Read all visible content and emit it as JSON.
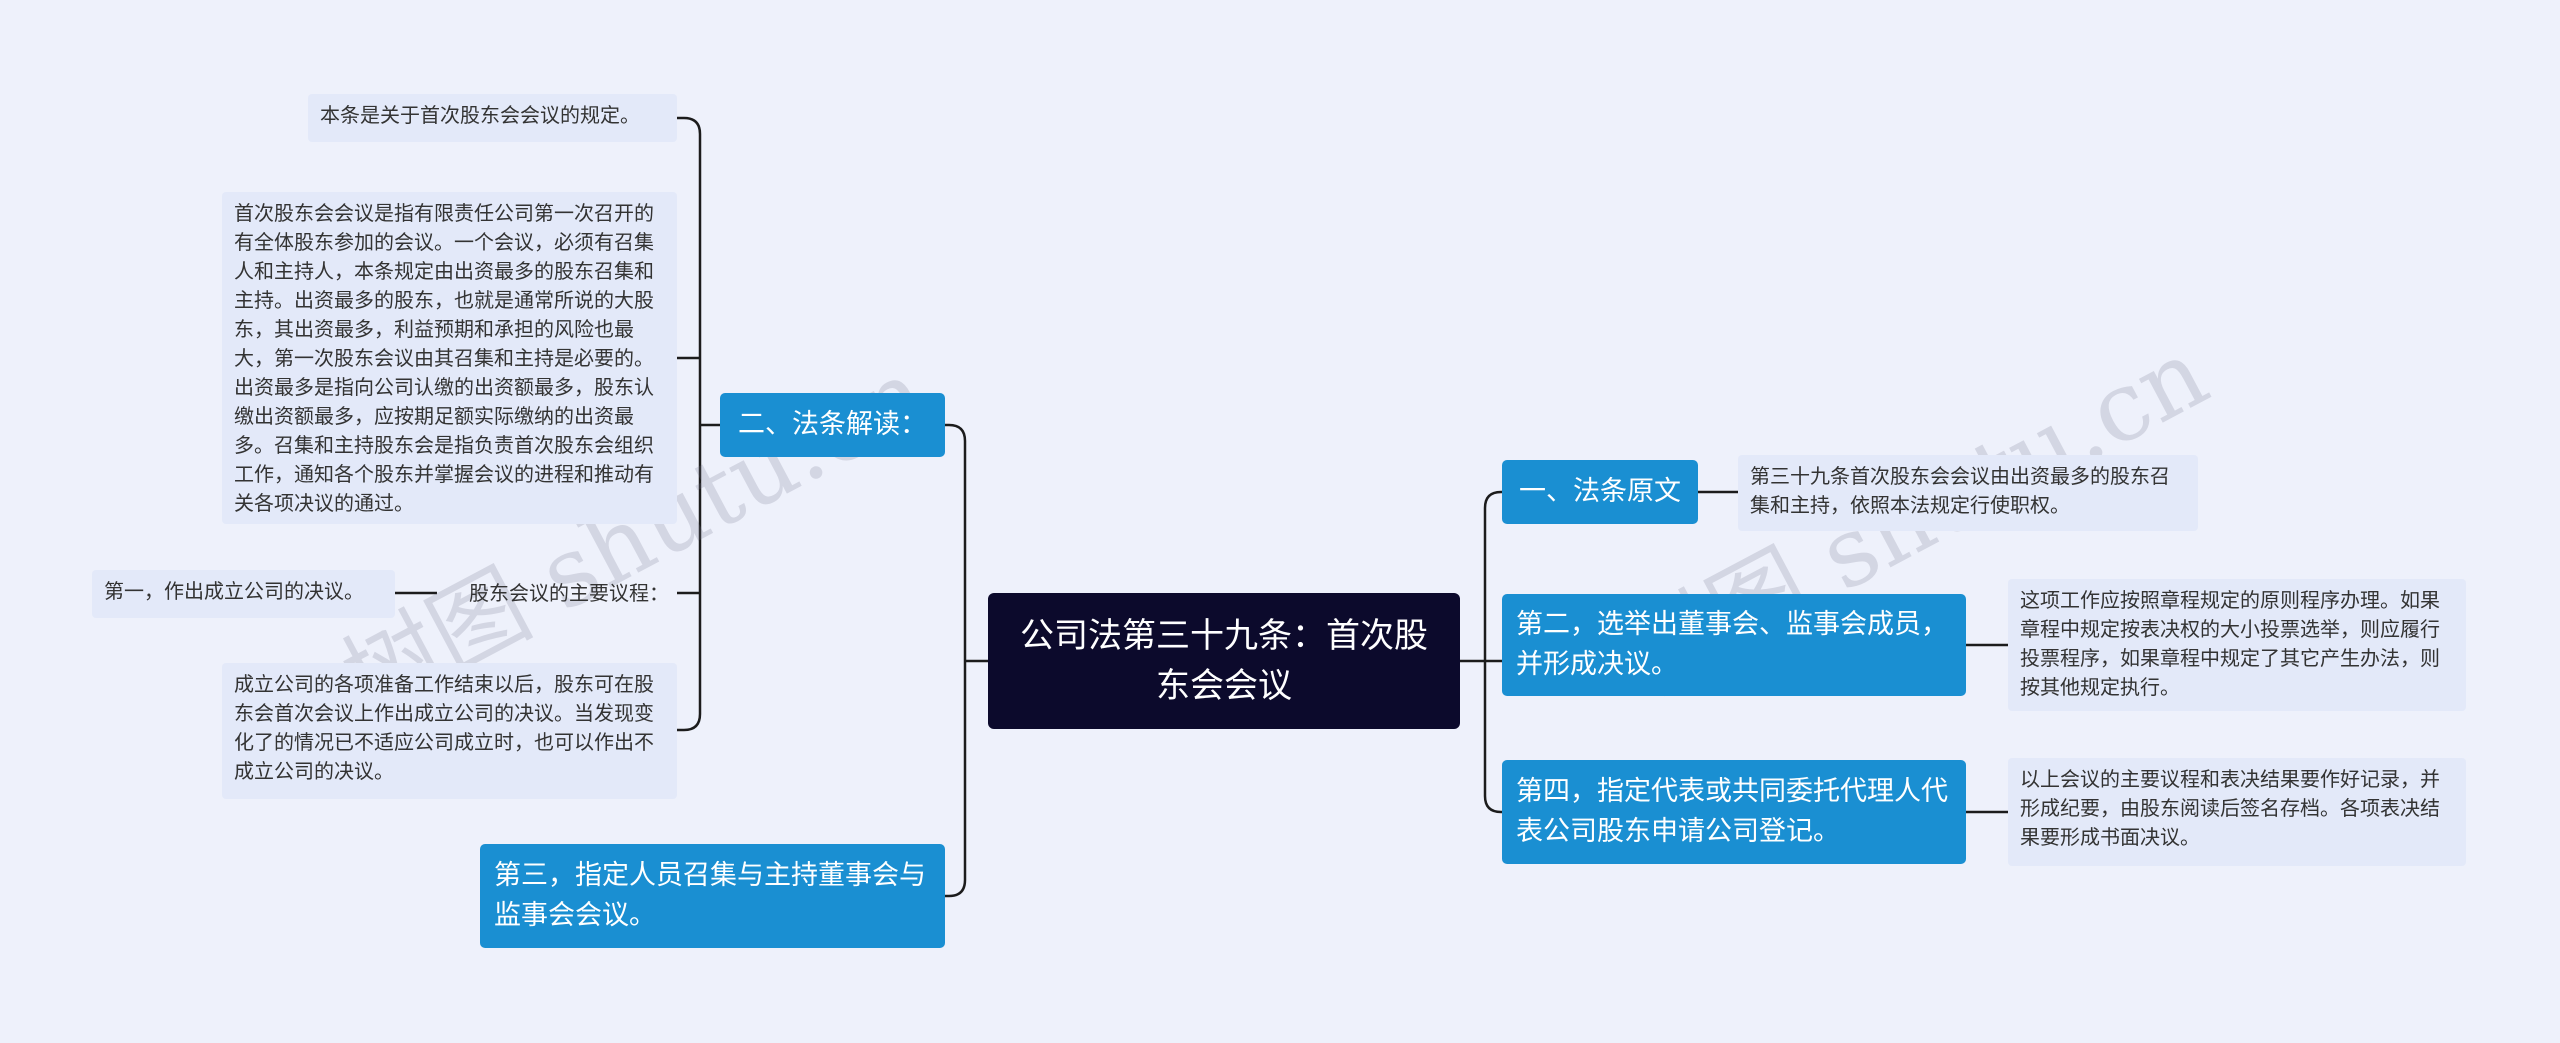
{
  "root": {
    "title": "公司法第三十九条：首次股东会会议"
  },
  "right": {
    "n1": {
      "label": "一、法条原文",
      "note": "第三十九条首次股东会会议由出资最多的股东召集和主持，依照本法规定行使职权。"
    },
    "n2": {
      "label": "第二，选举出董事会、监事会成员，并形成决议。",
      "note": "这项工作应按照章程规定的原则程序办理。如果章程中规定按表决权的大小投票选举，则应履行投票程序，如果章程中规定了其它产生办法，则按其他规定执行。"
    },
    "n4": {
      "label": "第四，指定代表或共同委托代理人代表公司股东申请公司登记。",
      "note": "以上会议的主要议程和表决结果要作好记录，并形成纪要，由股东阅读后签名存档。各项表决结果要形成书面决议。"
    }
  },
  "left": {
    "interp": {
      "label": "二、法条解读：",
      "note1": "本条是关于首次股东会会议的规定。",
      "note2": "首次股东会会议是指有限责任公司第一次召开的有全体股东参加的会议。一个会议，必须有召集人和主持人，本条规定由出资最多的股东召集和主持。出资最多的股东，也就是通常所说的大股东，其出资最多，利益预期和承担的风险也最大，第一次股东会议由其召集和主持是必要的。出资最多是指向公司认缴的出资额最多，股东认缴出资额最多，应按期足额实际缴纳的出资最多。召集和主持股东会是指负责首次股东会组织工作，通知各个股东并掌握会议的进程和推动有关各项决议的通过。",
      "agenda": "股东会议的主要议程：",
      "first": "第一，作出成立公司的决议。",
      "note3": "成立公司的各项准备工作结束以后，股东可在股东会首次会议上作出成立公司的决议。当发现变化了的情况已不适应公司成立时，也可以作出不成立公司的决议。"
    },
    "n3": {
      "label": "第三，指定人员召集与主持董事会与监事会会议。"
    }
  },
  "watermarks": [
    "树图 shutu.cn",
    "树图 shutu.cn"
  ],
  "colors": {
    "root_bg": "#0c0a2c",
    "node_bg": "#1a8fd2",
    "note_bg": "#e3e9f9",
    "line": "#1c1c1c",
    "page_bg": "#eef1fb"
  }
}
